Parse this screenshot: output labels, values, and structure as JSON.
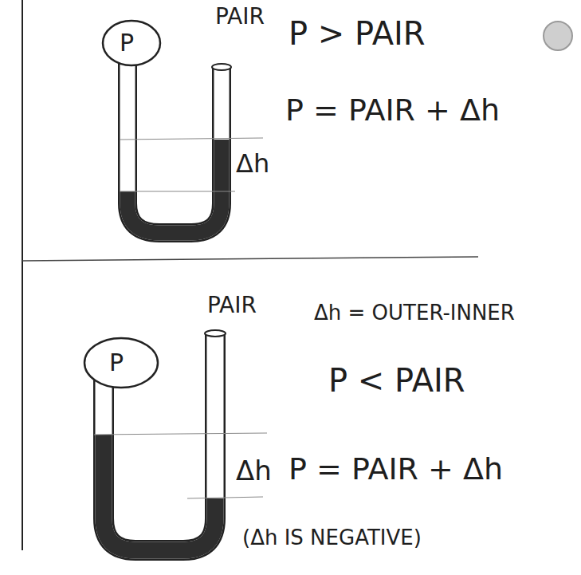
{
  "diagram": {
    "nodes": [
      {
        "text": [
          "P"
        ]
      },
      {
        "text": [
          "P"
        ]
      }
    ],
    "labels": [
      "PAIR",
      "P > PAIR",
      "P = PAIR + Δh",
      "Δh",
      "PAIR",
      "Δh = OUTER-INNER",
      "P < PAIR",
      "Δh",
      "P = PAIR + Δh",
      "(Δh IS NEGATIVE)"
    ]
  }
}
